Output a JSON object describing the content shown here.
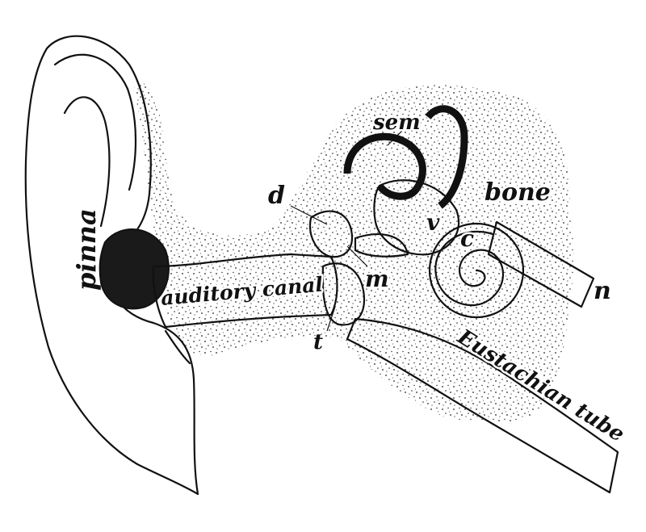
{
  "labels": {
    "pinna": "pinna",
    "auditory_canal": "auditory canal",
    "sem": "sem",
    "d": "d",
    "bone": "bone",
    "v": "v",
    "c": "c",
    "m": "m",
    "n": "n",
    "t": "t",
    "eustachian_tube": "Eustachian tube"
  },
  "colors": {
    "ink": "#111111",
    "paper": "#ffffff"
  }
}
